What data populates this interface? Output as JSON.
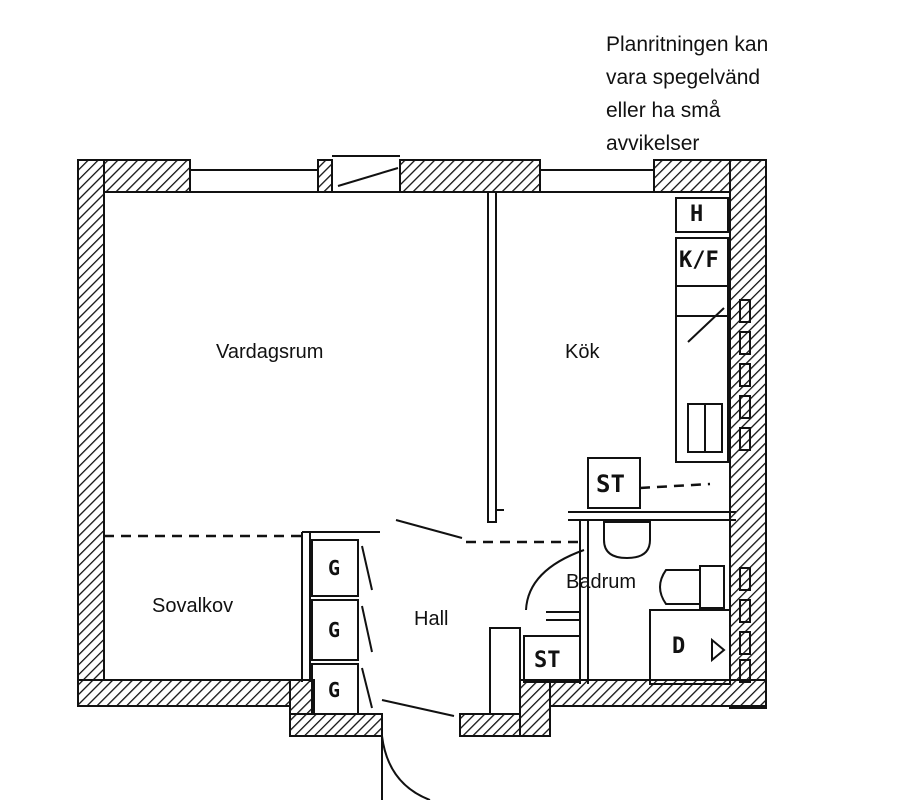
{
  "note": {
    "lines": [
      "Planritningen kan",
      "vara spegelvänd",
      "eller ha små",
      "avvikelser"
    ]
  },
  "rooms": {
    "vardagsrum": "Vardagsrum",
    "kok": "Kök",
    "sovalkov": "Sovalkov",
    "hall": "Hall",
    "badrum": "Badrum"
  },
  "symbols": {
    "h": "H",
    "kf": "K/F",
    "st_kitchen": "ST",
    "st_hall": "ST",
    "d": "D",
    "g1": "G",
    "g2": "G",
    "g3": "G"
  }
}
